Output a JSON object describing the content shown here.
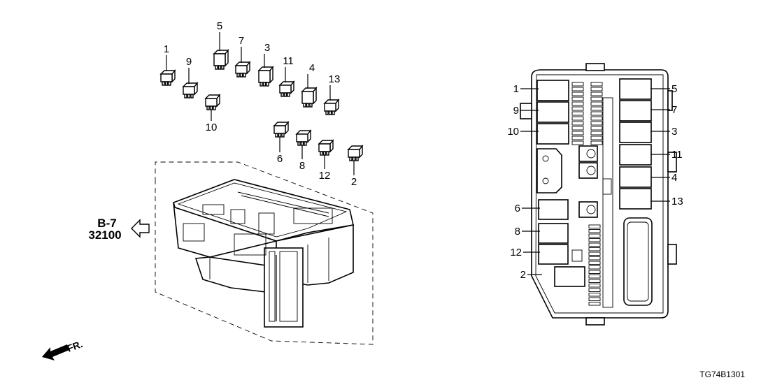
{
  "diagram": {
    "diagram_code": "TG74B1301",
    "reference": {
      "line1": "B-7",
      "line2": "32100"
    },
    "direction_label": "FR.",
    "exploded_relays": [
      {
        "callout": "1"
      },
      {
        "callout": "2"
      },
      {
        "callout": "3"
      },
      {
        "callout": "4"
      },
      {
        "callout": "5"
      },
      {
        "callout": "6"
      },
      {
        "callout": "7"
      },
      {
        "callout": "8"
      },
      {
        "callout": "9"
      },
      {
        "callout": "10"
      },
      {
        "callout": "11"
      },
      {
        "callout": "12"
      },
      {
        "callout": "13"
      }
    ],
    "box_callouts_left": [
      "1",
      "9",
      "10",
      "6",
      "8",
      "12",
      "2"
    ],
    "box_callouts_right": [
      "5",
      "7",
      "3",
      "11",
      "4",
      "13"
    ]
  }
}
